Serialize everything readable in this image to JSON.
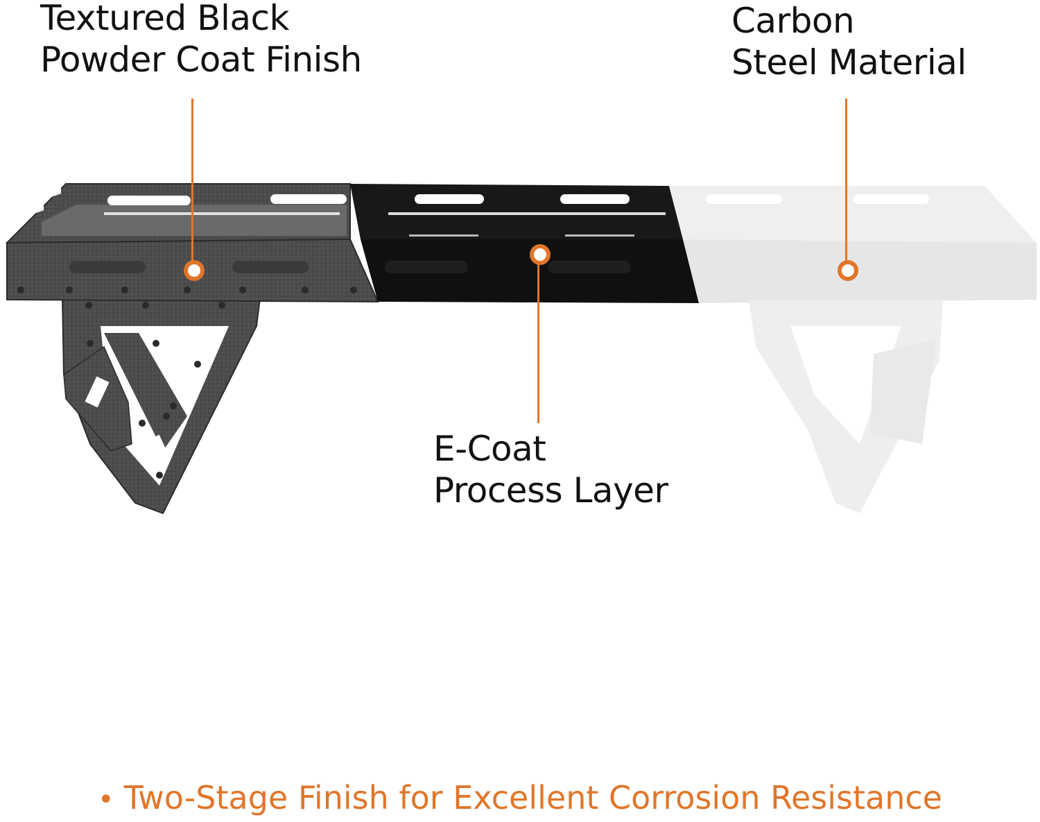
{
  "labels": {
    "powder_coat": {
      "line1": "Textured Black",
      "line2": "Powder Coat Finish"
    },
    "carbon_steel": {
      "line1": "Carbon",
      "line2": "Steel Material"
    },
    "ecoat": {
      "line1": "E-Coat",
      "line2": "Process Layer"
    }
  },
  "footer": {
    "bullet": "•",
    "text": "Two-Stage Finish for Excellent Corrosion Resistance"
  },
  "colors": {
    "accent": "#e0762a",
    "powder_coat": "#4a4a4a",
    "ecoat": "#141414",
    "carbon_steel": "#ececec"
  },
  "icons": [
    "callout-dot-icon"
  ]
}
